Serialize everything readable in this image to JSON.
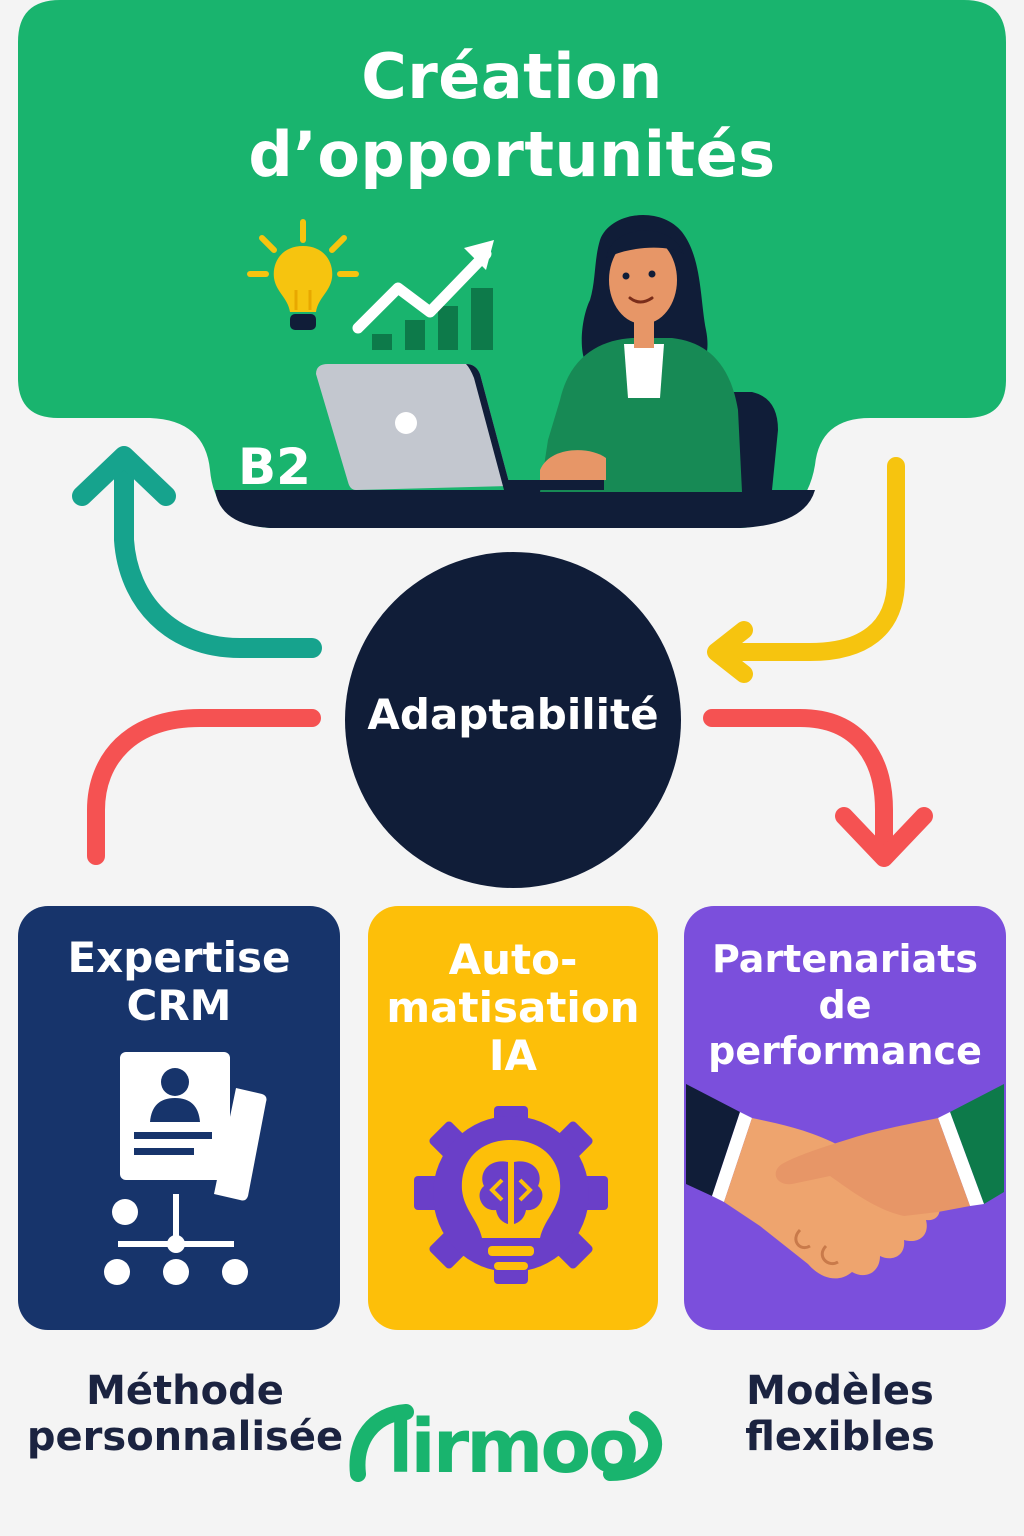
{
  "header": {
    "title_line1": "Création",
    "title_line2": "d’opportunités",
    "badge": "B2"
  },
  "hub": {
    "label": "Adaptabilité"
  },
  "cards": [
    {
      "line1": "Expertise",
      "line2": "CRM",
      "line3": "",
      "icon": "crm-org-chart-icon"
    },
    {
      "line1": "Auto-",
      "line2": "matisation",
      "line3": "IA",
      "icon": "ai-gear-brain-icon"
    },
    {
      "line1": "Partenariats",
      "line2": "de performance",
      "line3": "",
      "icon": "handshake-icon"
    }
  ],
  "footer": {
    "left_line1": "Méthode",
    "left_line2": "personnalisée",
    "logo": "Airmoo",
    "right_line1": "Modèles",
    "right_line2": "flexibles"
  },
  "colors": {
    "header_green": "#19b46e",
    "hub_navy": "#101d38",
    "card_navy": "#17346b",
    "card_yellow": "#fdbf09",
    "card_purple": "#7b4fdc",
    "arrow_teal": "#16a38d",
    "arrow_yellow": "#f6c40f",
    "arrow_red": "#f55252"
  }
}
